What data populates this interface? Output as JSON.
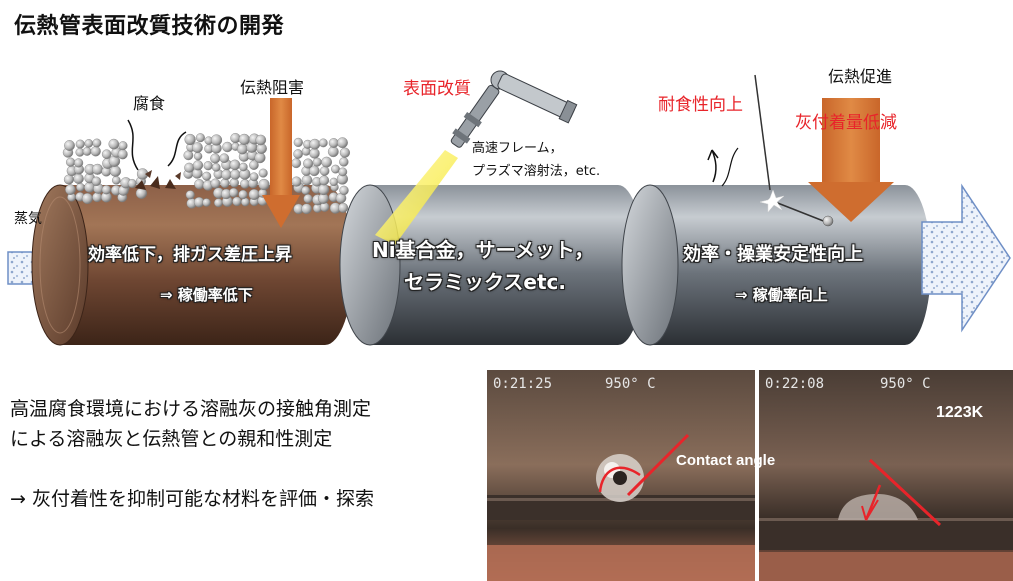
{
  "title": "伝熱管表面改質技術の開発",
  "left_panel": {
    "corrosion_label": "腐食",
    "heat_block_label": "伝熱阻害",
    "steam_label": "蒸気",
    "effect_line1": "効率低下，排ガス差圧上昇",
    "effect_line2": "⇒ 稼働率低下"
  },
  "middle_panel": {
    "surface_mod_label": "表面改質",
    "method_line1": "高速フレーム，",
    "method_line2": "プラズマ溶射法，etc.",
    "material_line1": "Ni基合金，サーメット，",
    "material_line2": "セラミックスetc."
  },
  "right_panel": {
    "heat_promote_label": "伝熱促進",
    "corrosion_resist_label": "耐食性向上",
    "ash_reduce_label": "灰付着量低減",
    "effect_line1": "効率・操業安定性向上",
    "effect_line2": "⇒ 稼働率向上"
  },
  "description": {
    "line1": "高温腐食環境における溶融灰の接触角測定",
    "line2": "による溶融灰と伝熱管との親和性測定",
    "line3": "→ 灰付着性を抑制可能な材料を評価・探索"
  },
  "photo1": {
    "timestamp": "0:21:25",
    "temperature": "950° C",
    "annotation": "Contact angle"
  },
  "photo2": {
    "timestamp": "0:22:08",
    "temperature": "950° C",
    "kelvin": "1223K"
  },
  "colors": {
    "accent_red": "#e8242a",
    "arrow_orange": "#d9772f",
    "rust_brown": "#7a4e35",
    "steel_gray": "#6e747c"
  }
}
